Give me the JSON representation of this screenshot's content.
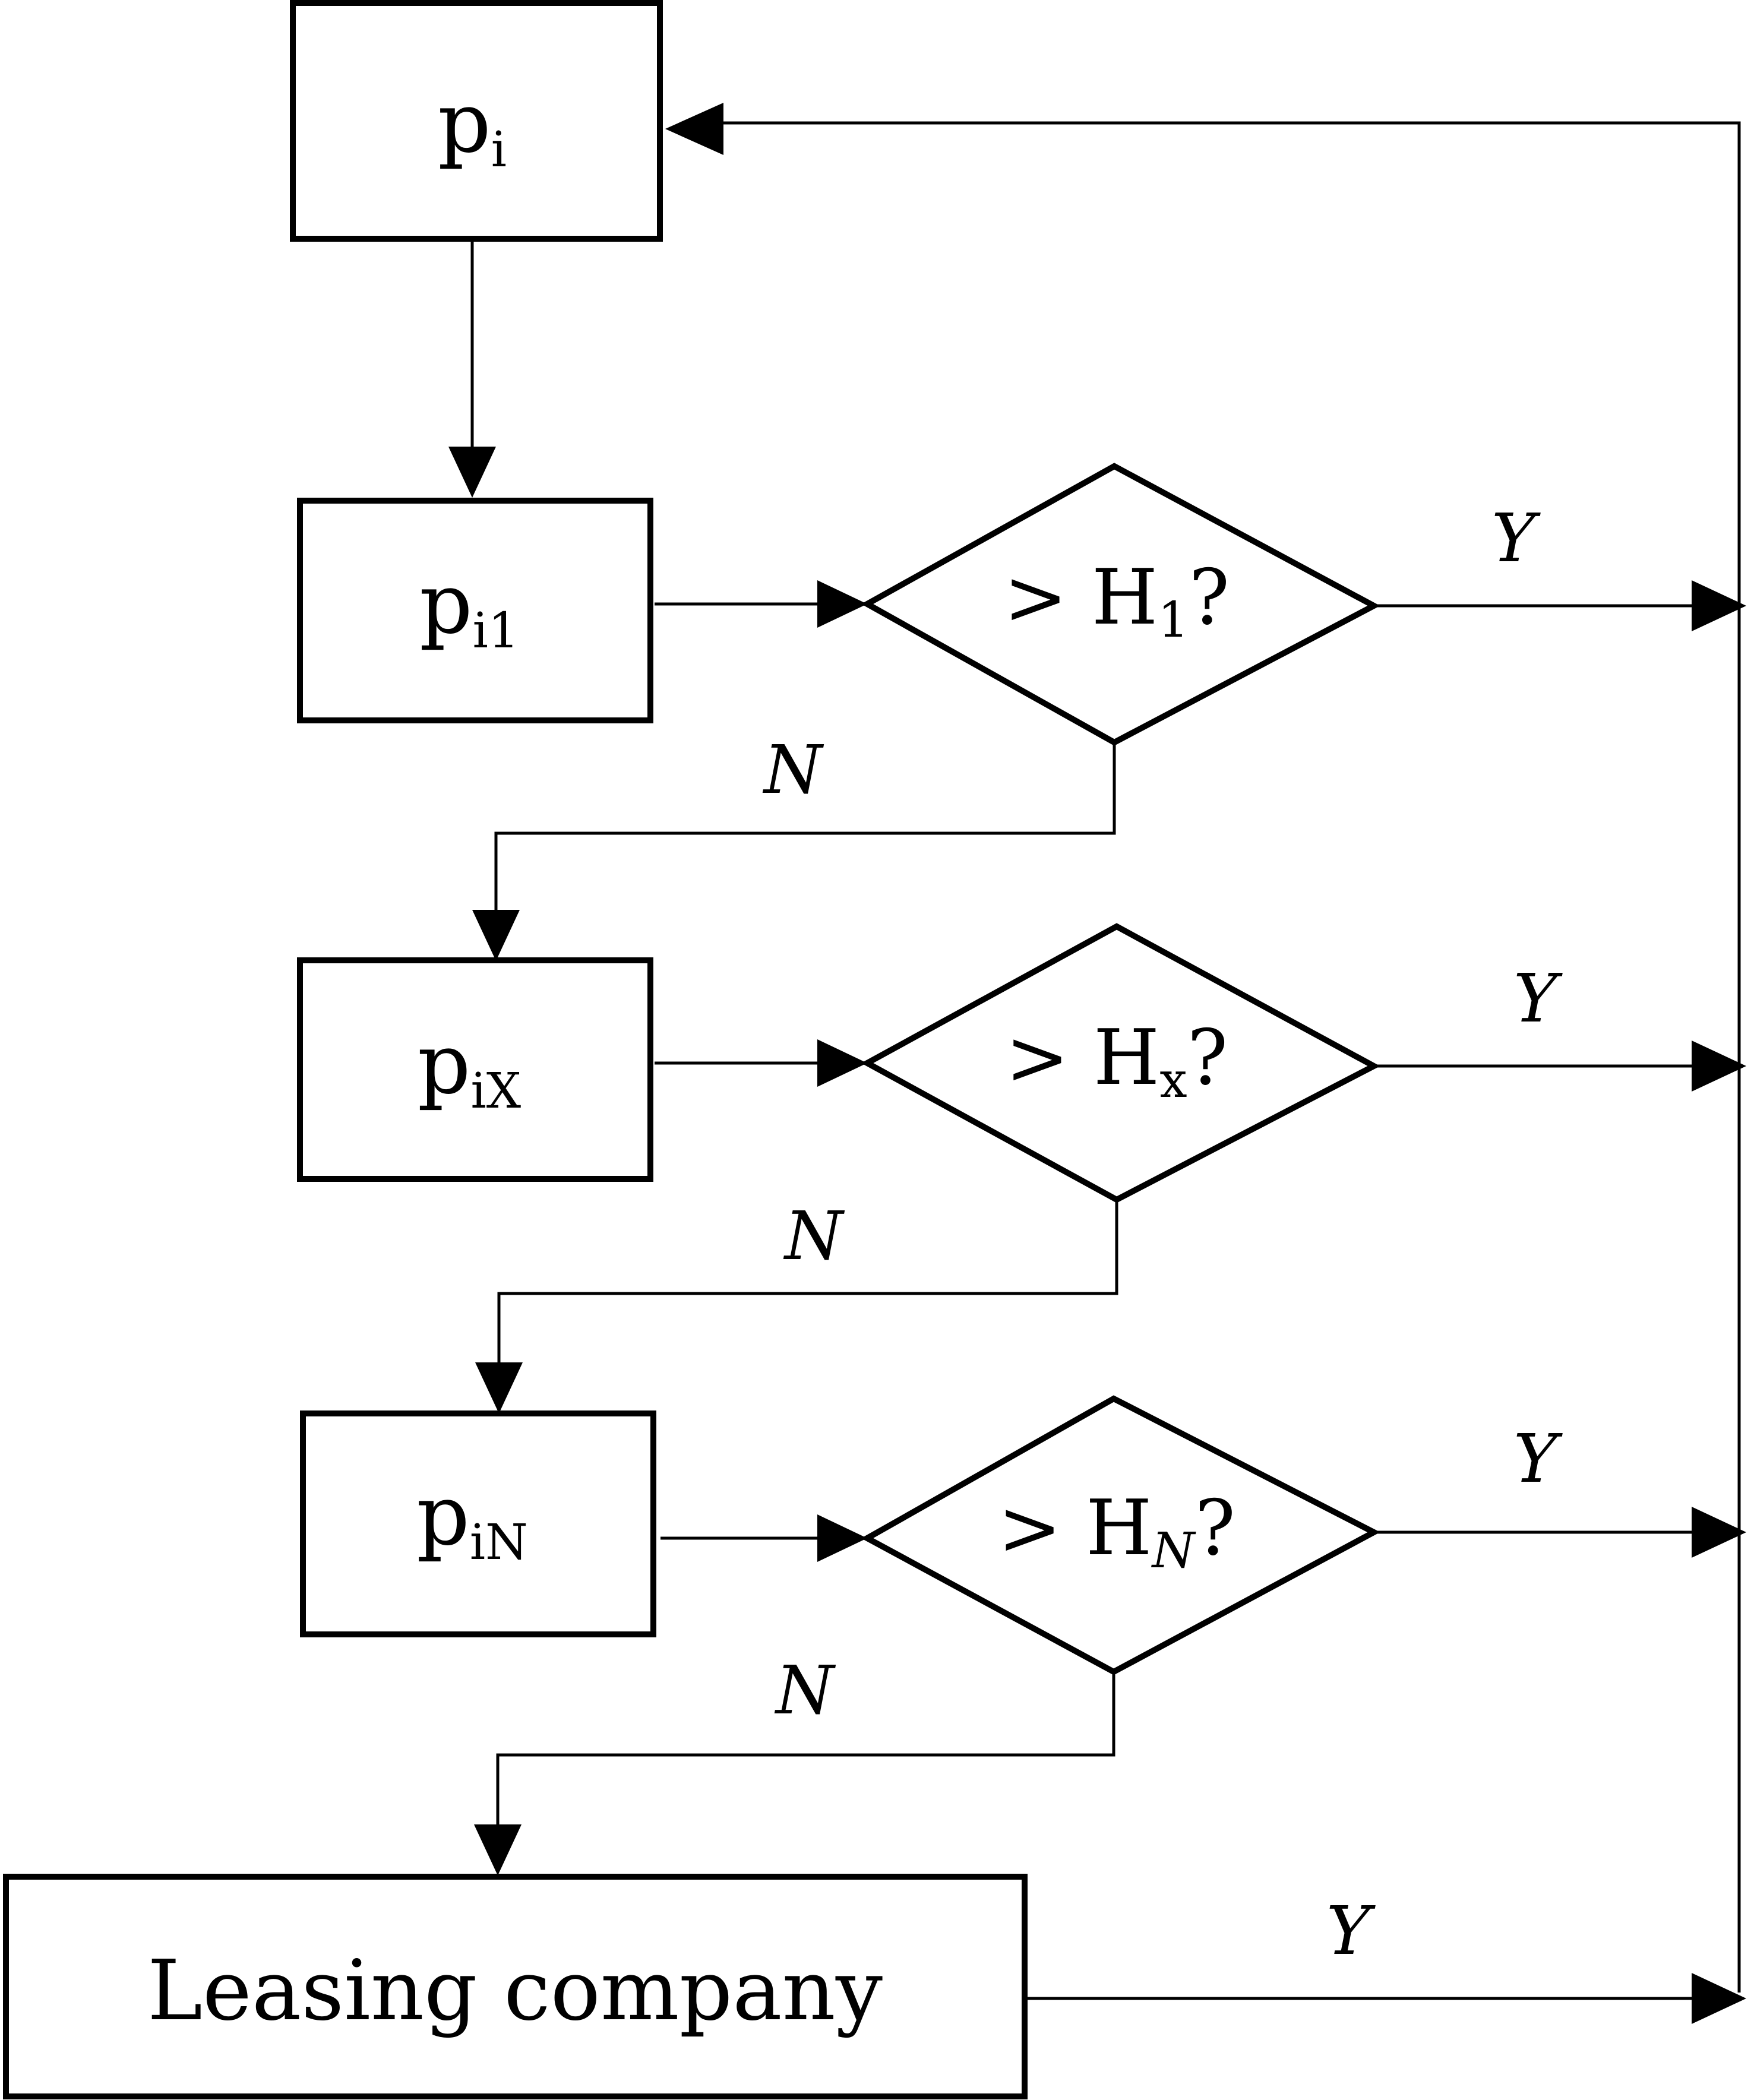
{
  "nodes": {
    "p_i": {
      "base": "p",
      "sub": "i"
    },
    "p_i1": {
      "base": "p",
      "sub": "i1"
    },
    "p_iX": {
      "base": "p",
      "sub": "iX"
    },
    "p_iN": {
      "base": "p",
      "sub": "iN"
    },
    "leasing": {
      "label": "Leasing company"
    }
  },
  "decisions": {
    "h1": {
      "prefix": "> H",
      "sub": "1",
      "suffix": "?"
    },
    "hx": {
      "prefix": "> H",
      "sub": "x",
      "suffix": "?"
    },
    "hn": {
      "prefix": "> H",
      "sub": "N",
      "suffix": "?"
    }
  },
  "branch_labels": {
    "yes": "Y",
    "no": "N"
  }
}
